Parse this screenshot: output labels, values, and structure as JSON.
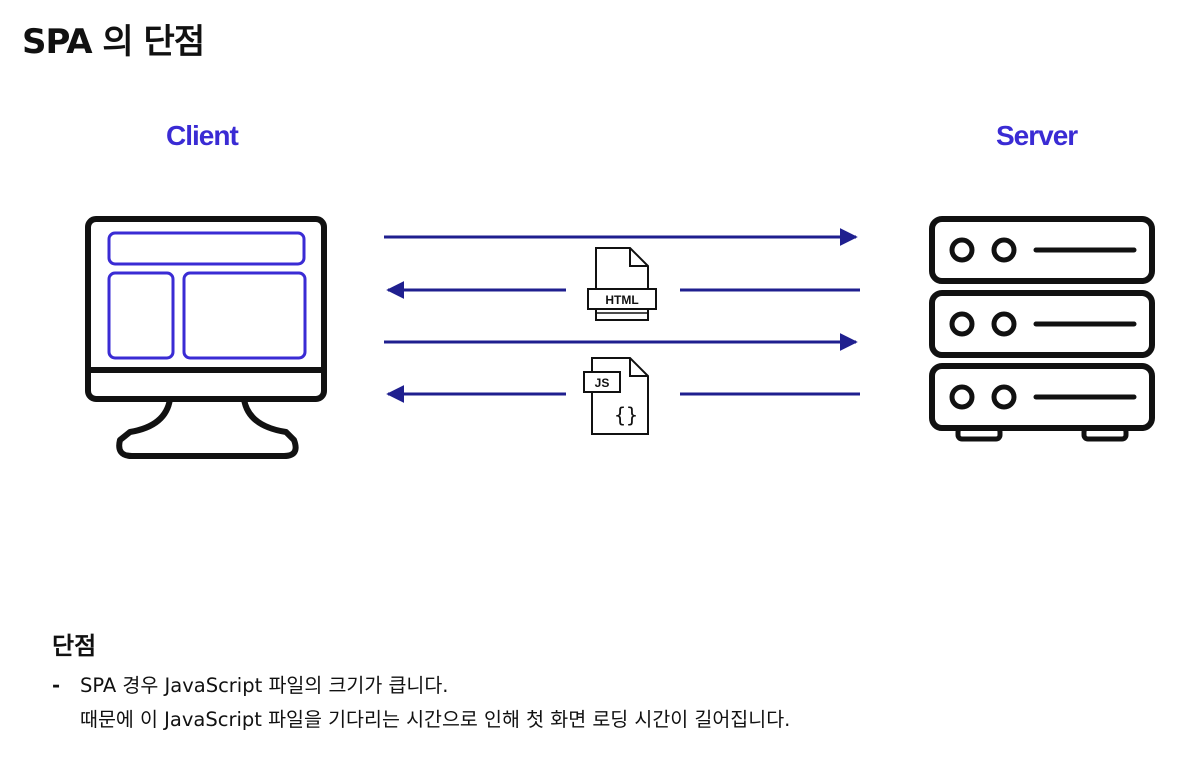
{
  "title": "SPA 의 단점",
  "colors": {
    "accent": "#3a2bd4",
    "arrow": "#1f1f8f",
    "stroke": "#111111"
  },
  "diagram": {
    "client": {
      "label": "Client",
      "icon": "desktop-monitor-icon"
    },
    "server": {
      "label": "Server",
      "icon": "server-rack-icon"
    },
    "exchanges": [
      {
        "direction": "request"
      },
      {
        "direction": "response",
        "file": {
          "icon": "html-file-icon",
          "label": "HTML"
        }
      },
      {
        "direction": "request"
      },
      {
        "direction": "response",
        "file": {
          "icon": "js-file-icon",
          "label": "JS",
          "symbol": "{}"
        }
      }
    ]
  },
  "cons": {
    "heading": "단점",
    "bullet": "-",
    "items": [
      {
        "line1": "SPA 경우 JavaScript 파일의 크기가 큽니다.",
        "line2": "때문에 이 JavaScript 파일을 기다리는 시간으로 인해 첫 화면 로딩 시간이 길어집니다."
      }
    ]
  }
}
